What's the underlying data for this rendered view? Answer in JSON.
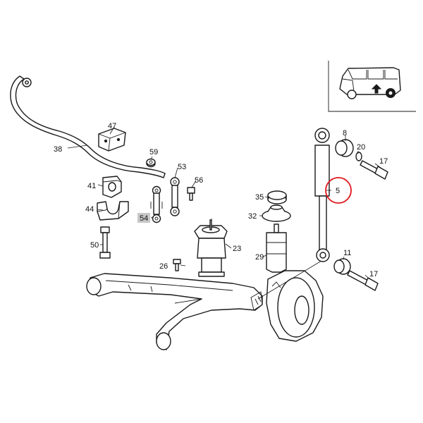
{
  "diagram": {
    "labels": {
      "p5": "5",
      "p8": "8",
      "p11": "11",
      "p17a": "17",
      "p17b": "17",
      "p20": "20",
      "p23": "23",
      "p26": "26",
      "p29": "29",
      "p32": "32",
      "p35": "35",
      "p38": "38",
      "p41": "41",
      "p44": "44",
      "p47": "47",
      "p50": "50",
      "p53": "53",
      "p54": "54",
      "p56": "56",
      "p59": "59"
    },
    "highlighted_part": "5",
    "highlight_color": "#e0161b",
    "boxed_label": "54",
    "boxed_label_color": "#c8c8c8"
  }
}
